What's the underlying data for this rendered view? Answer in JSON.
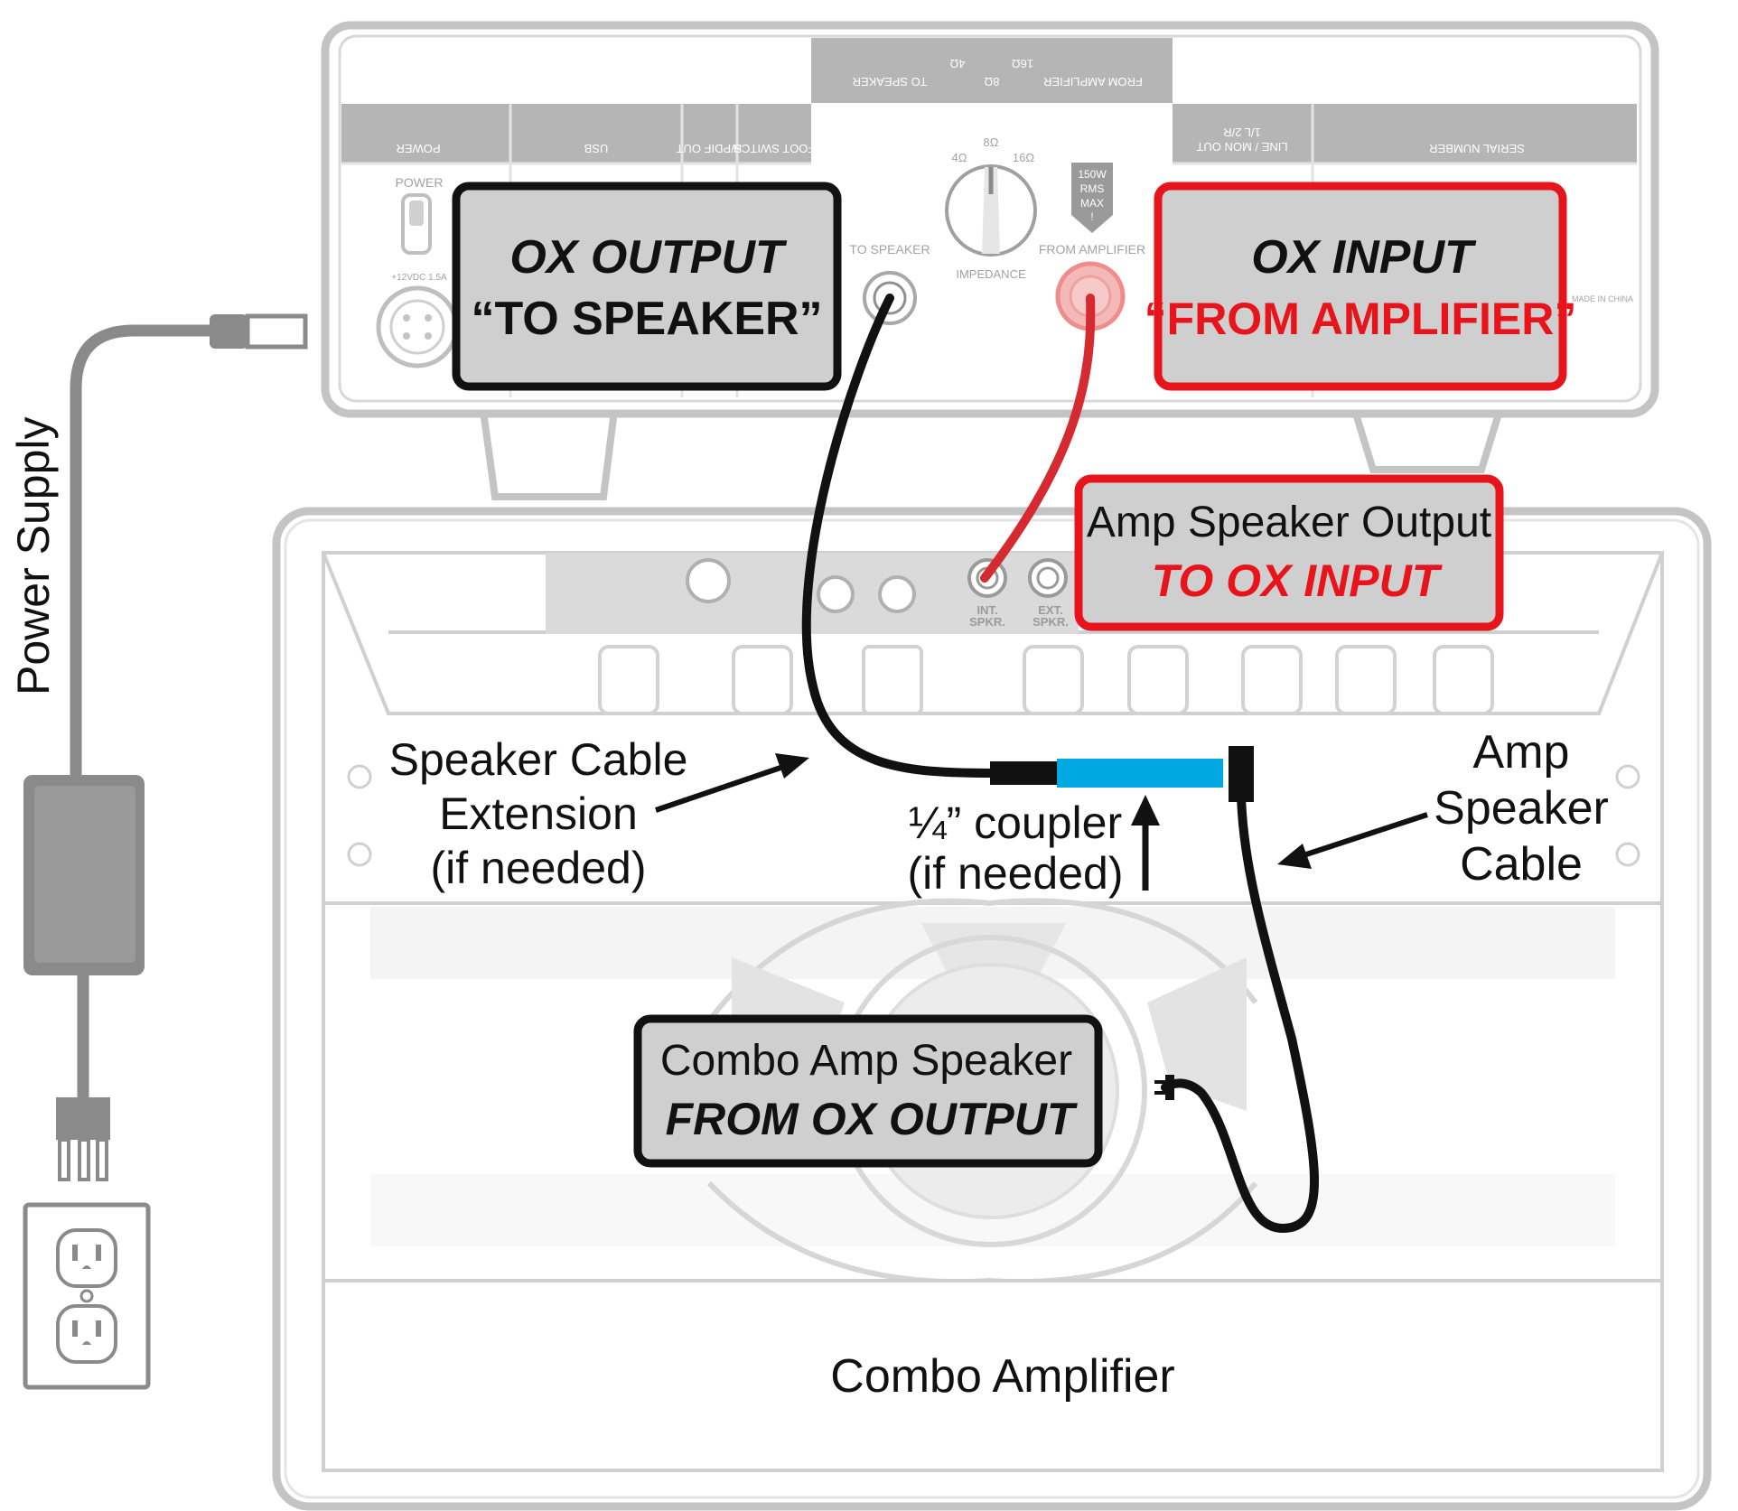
{
  "ox_panel": {
    "header_labels": {
      "power": "POWER",
      "usb": "USB",
      "spdif": "S/PDIF OUT",
      "footswitch": "FOOT SWITCH",
      "line_mon": "LINE / MON OUT",
      "line_mon_2": "1/L        2/R",
      "serial": "SERIAL NUMBER",
      "speaker_row_1": "TO SPEAKER",
      "speaker_row_2": "FROM AMPLIFIER",
      "ohms_4": "4Ω",
      "ohms_8": "8Ω",
      "ohms_16": "16Ω"
    },
    "power_label": "POWER",
    "dc_label": "+12VDC 1.5A",
    "to_speaker_jack_label": "TO SPEAKER",
    "from_amp_jack_label": "FROM AMPLIFIER",
    "knob_label": "IMPEDANCE",
    "knob_4": "4Ω",
    "knob_8": "8Ω",
    "knob_16": "16Ω",
    "warning_1": "150W",
    "warning_2": "RMS",
    "warning_3": "MAX",
    "warning_4": "!",
    "made_in": "MADE IN CHINA"
  },
  "callouts": {
    "ox_output_line1": "OX OUTPUT",
    "ox_output_line2": "“TO SPEAKER”",
    "ox_input_line1": "OX INPUT",
    "ox_input_line2": "“FROM AMPLIFIER”",
    "amp_out_line1": "Amp Speaker Output",
    "amp_out_line2": "TO OX INPUT",
    "combo_line1": "Combo Amp Speaker",
    "combo_line2": "FROM OX OUTPUT"
  },
  "labels": {
    "power_supply": "Power Supply",
    "ext_line1": "Speaker Cable",
    "ext_line2": "Extension",
    "ext_line3": "(if needed)",
    "coupler_line1": "¼” coupler",
    "coupler_line2": "(if needed)",
    "amp_cable_line1": "Amp",
    "amp_cable_line2": "Speaker",
    "amp_cable_line3": "Cable",
    "combo_amp": "Combo Amplifier"
  },
  "amp_panel": {
    "int_jack_line1": "INT.",
    "int_jack_line2": "SPKR.",
    "ext_jack_line1": "EXT.",
    "ext_jack_line2": "SPKR."
  },
  "colors": {
    "callout_red": "#e8141b",
    "callout_fill": "#cfcfcf",
    "coupler_blue": "#00a8e2",
    "cable_black": "#111111",
    "cable_red": "#d42a30",
    "faint_outline": "#c4c4c4",
    "supply_gray": "#8a8a8a"
  }
}
